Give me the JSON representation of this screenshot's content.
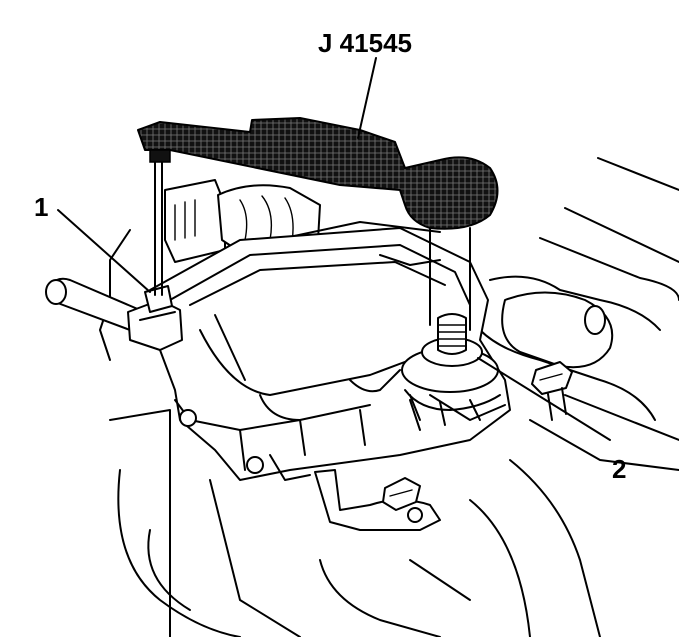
{
  "diagram": {
    "tool_label": "J 41545",
    "callouts": [
      {
        "id": "1",
        "label": "1"
      },
      {
        "id": "2",
        "label": "2"
      }
    ],
    "colors": {
      "line": "#000000",
      "background": "#ffffff",
      "tool_fill": "#1a1a1a"
    }
  }
}
